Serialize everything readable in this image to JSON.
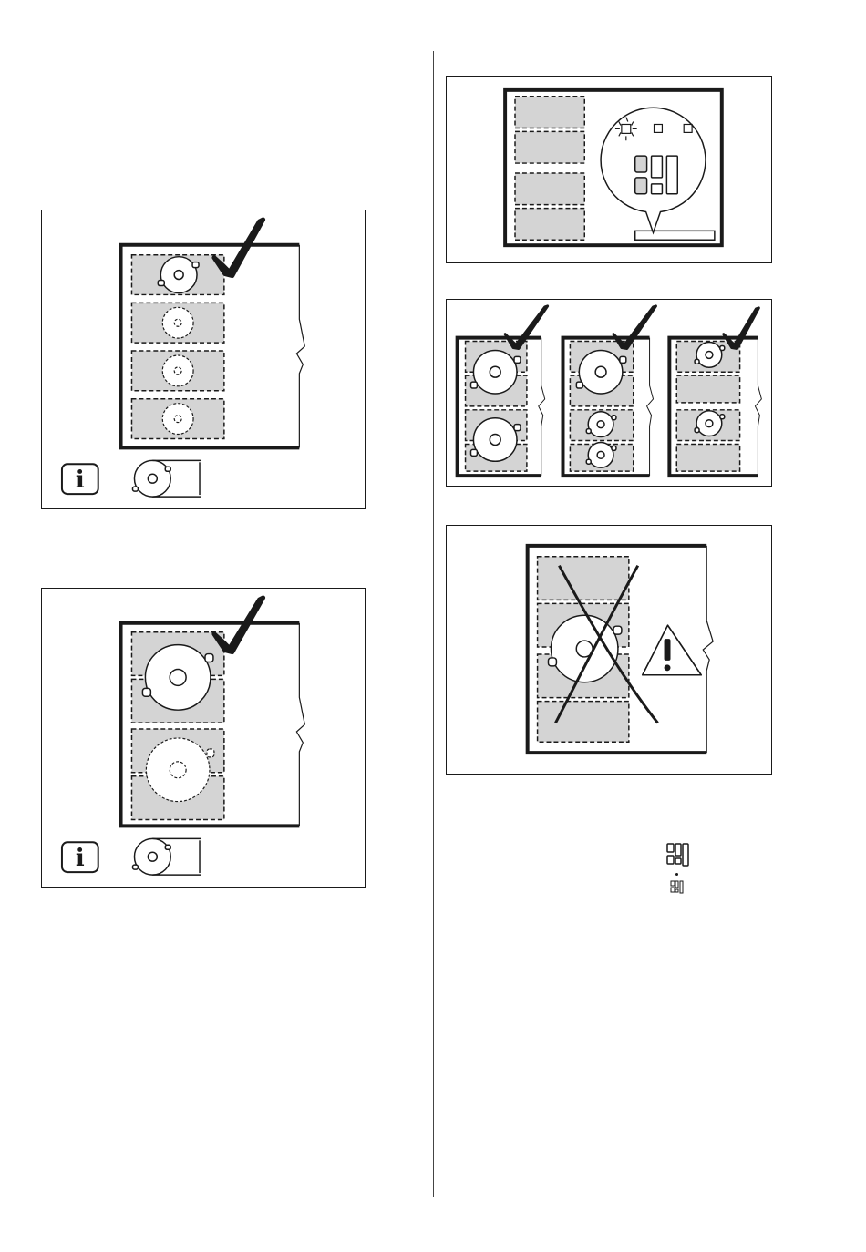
{
  "colors": {
    "ink": "#1a1a1a",
    "zone_fill": "#d4d4d4",
    "background": "#ffffff"
  },
  "figures": [
    {
      "name": "figure-single-zone-pots",
      "icons": [
        "info-icon",
        "checkmark-icon",
        "pot-size-icon"
      ]
    },
    {
      "name": "figure-bridged-zone-pots",
      "icons": [
        "info-icon",
        "checkmark-icon",
        "pot-size-icon"
      ]
    },
    {
      "name": "figure-control-panel-zoom",
      "icons": [
        "zone-indicator-icon",
        "display-icon"
      ]
    },
    {
      "name": "figure-three-correct-placements",
      "icons": [
        "checkmark-icon",
        "checkmark-icon",
        "checkmark-icon"
      ]
    },
    {
      "name": "figure-incorrect-placement",
      "icons": [
        "cross-icon",
        "warning-icon"
      ]
    }
  ],
  "side_icons": [
    "zone-layout-icon-large",
    "zone-layout-icon-small"
  ]
}
